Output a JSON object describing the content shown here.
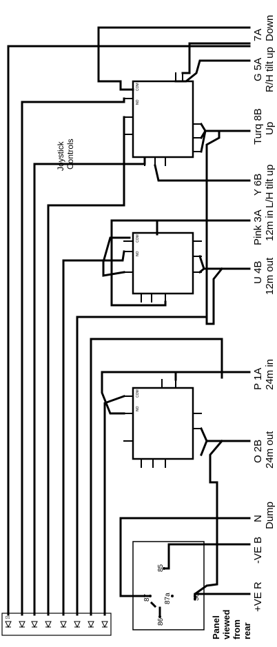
{
  "diagram": {
    "note_line1": "Joystick",
    "note_line2": "Controls",
    "terminals": [
      {
        "code": "7A",
        "desc": "Down"
      },
      {
        "code": "G 5A",
        "desc": "R/H tilt up"
      },
      {
        "code": "Turq 8B",
        "desc": "Up"
      },
      {
        "code": "Y 6B",
        "desc": "L/H tilt up"
      },
      {
        "code": "Pink 3A",
        "desc": "12m in"
      },
      {
        "code": "U 4B",
        "desc": "12m out"
      },
      {
        "code": "P 1A",
        "desc": "24m in"
      },
      {
        "code": "O 2B",
        "desc": "24m out"
      },
      {
        "code": "N",
        "desc": "Dump"
      },
      {
        "code": "-VE B",
        "desc": ""
      },
      {
        "code": "+VE R",
        "desc": ""
      }
    ],
    "relay_pins": {
      "p85": "85",
      "p87": "87",
      "p87a": "87a",
      "p30": "30",
      "p86": "86"
    },
    "panel_note": [
      "Panel",
      "viewed",
      "from",
      "rear"
    ],
    "switch_pin_top": "COM",
    "switch_pin_bottom": "NO"
  }
}
